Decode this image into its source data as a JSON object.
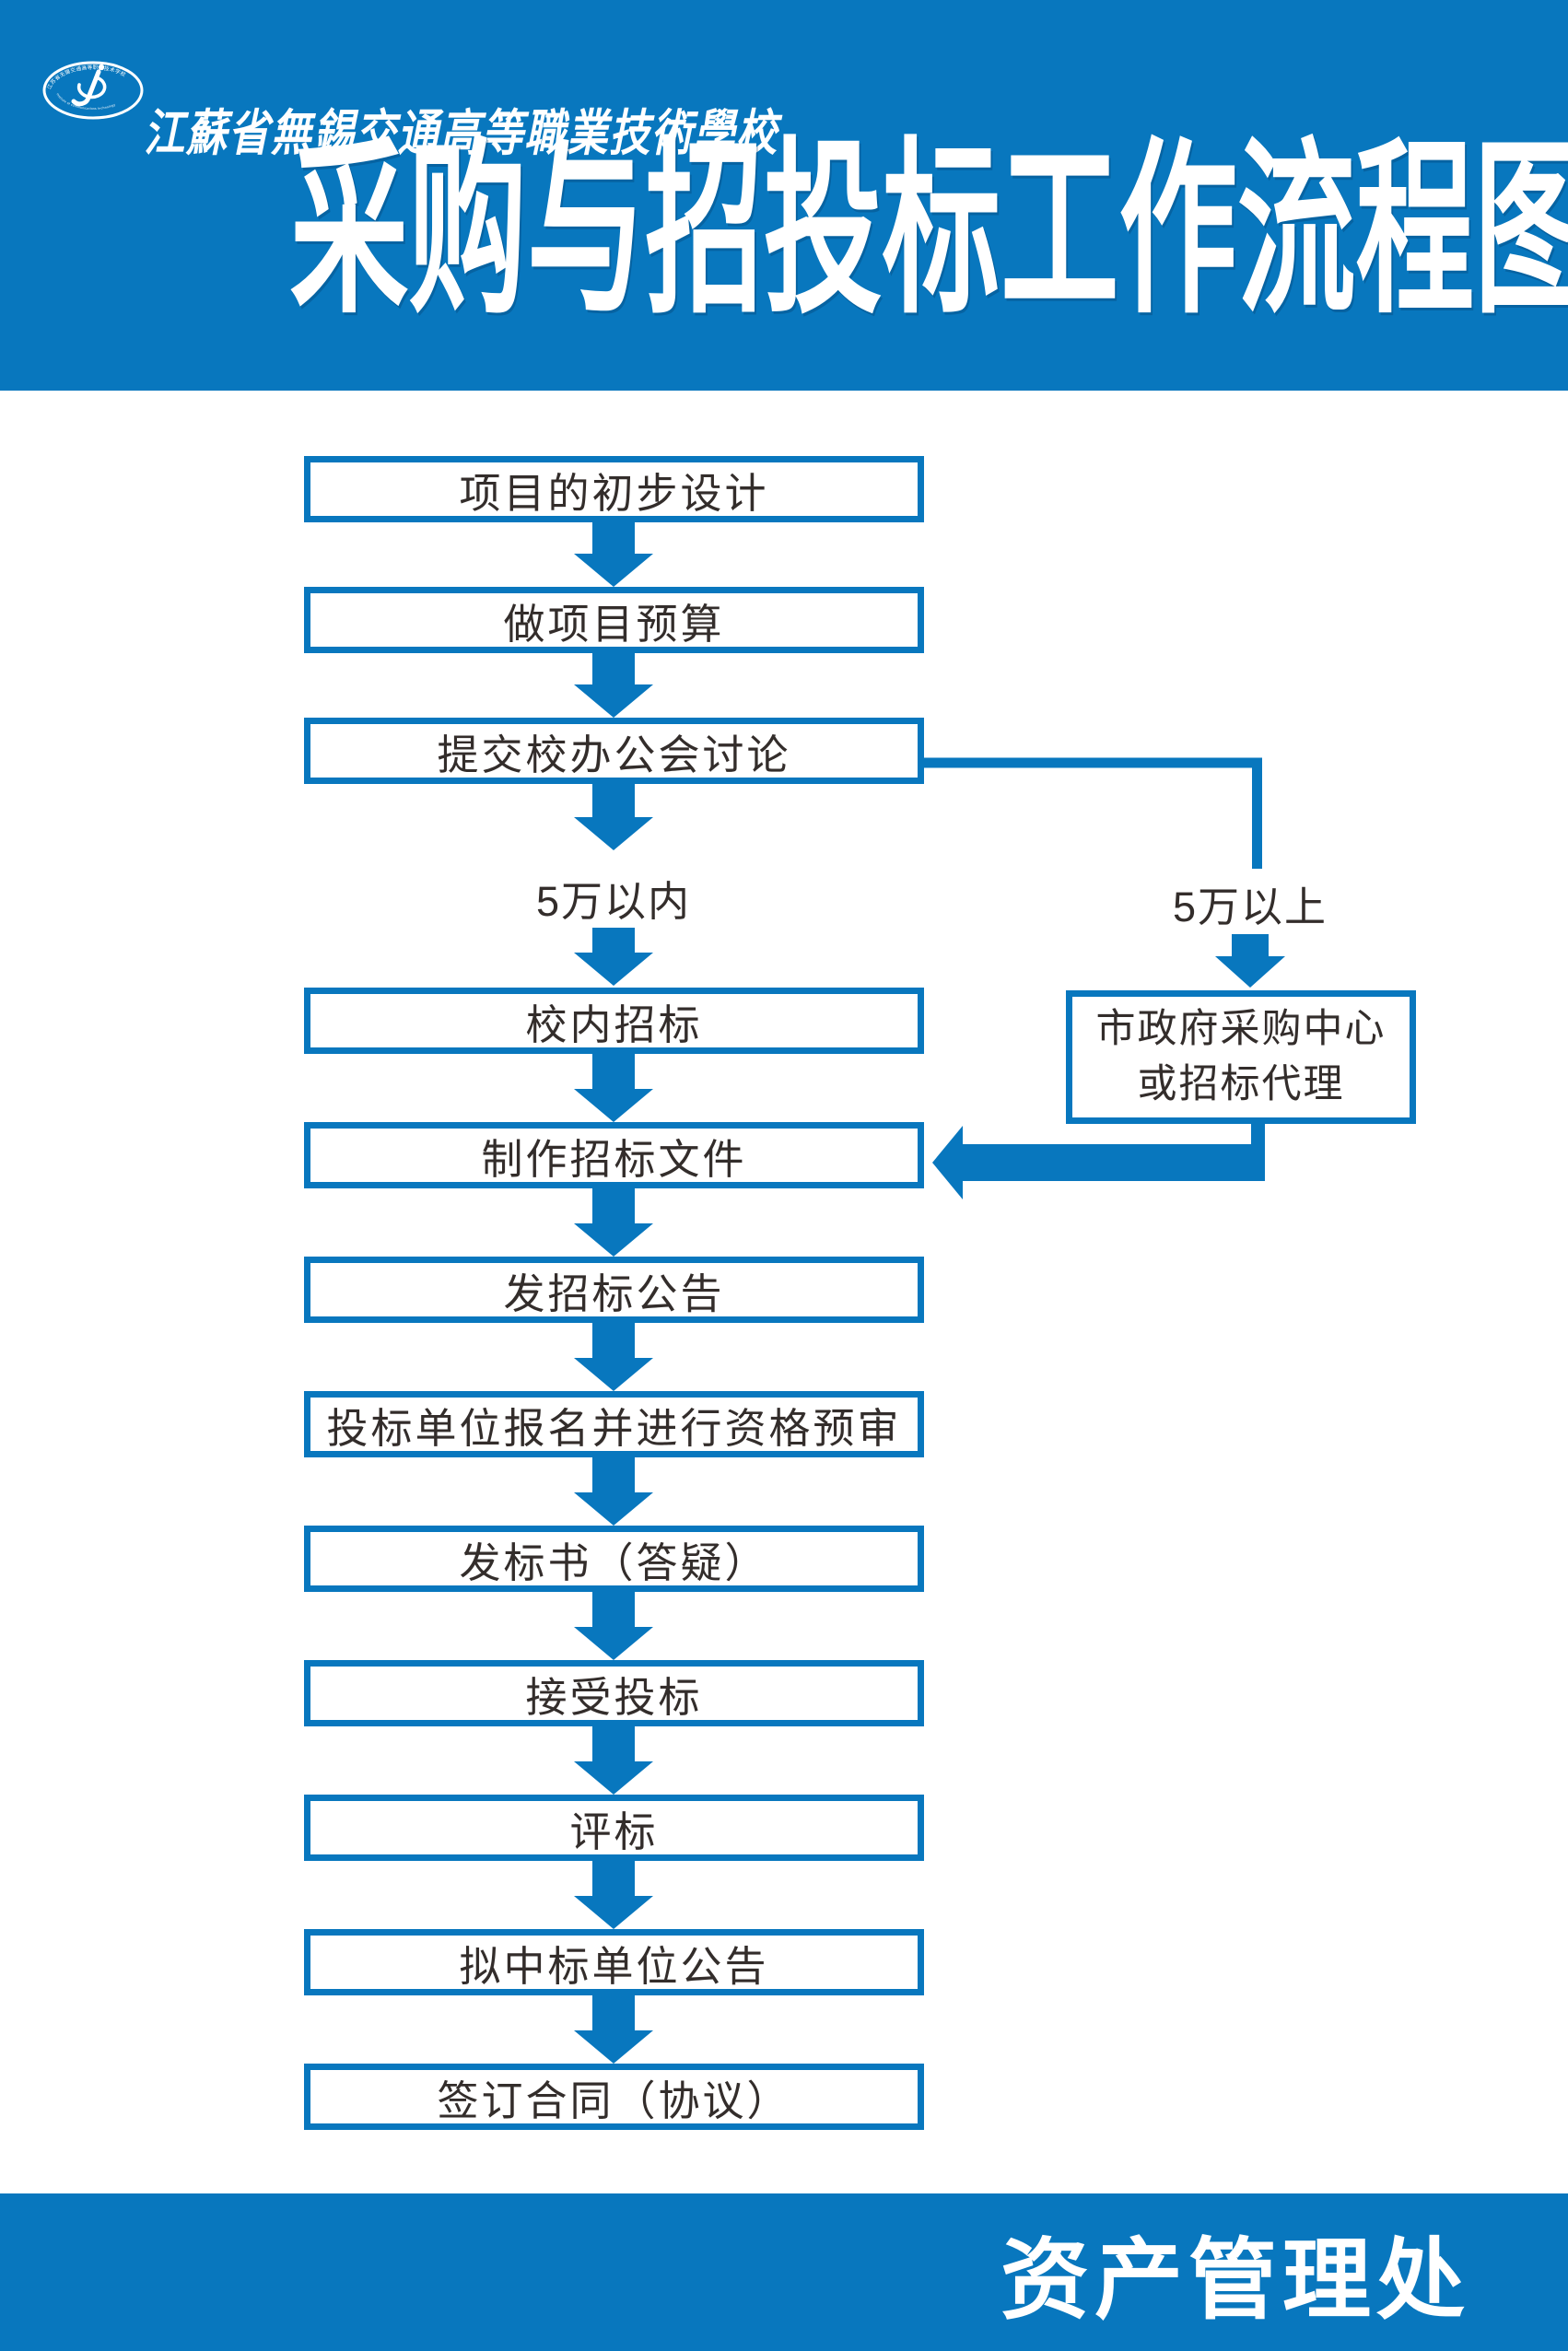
{
  "colors": {
    "band_blue": "#0877BE",
    "element_blue": "#0877BE",
    "box_fill": "#FFFFFF",
    "text_dark": "#332D2B",
    "text_white": "#FFFFFF"
  },
  "header": {
    "school_name": "江蘇省無錫交通高等職業技術學校",
    "title": "采购与招投标工作流程图",
    "logo": {
      "ring_text_top": "江苏省无锡交通高等职业技术学校",
      "ring_text_bottom": "institute of communications technology"
    }
  },
  "flow": {
    "steps": [
      {
        "label": "项目的初步设计"
      },
      {
        "label": "做项目预算"
      },
      {
        "label": "提交校办公会讨论"
      },
      {
        "label": "校内招标"
      },
      {
        "label": "制作招标文件"
      },
      {
        "label": "发招标公告"
      },
      {
        "label": "投标单位报名并进行资格预审"
      },
      {
        "label": "发标书（答疑）"
      },
      {
        "label": "接受投标"
      },
      {
        "label": "评标"
      },
      {
        "label": "拟中标单位公告"
      },
      {
        "label": "签订合同（协议）"
      }
    ],
    "branch": {
      "left_label": "5万以内",
      "right_label": "5万以上",
      "side_box_line1": "市政府采购中心",
      "side_box_line2": "或招标代理"
    }
  },
  "footer": {
    "department": "资产管理处"
  }
}
